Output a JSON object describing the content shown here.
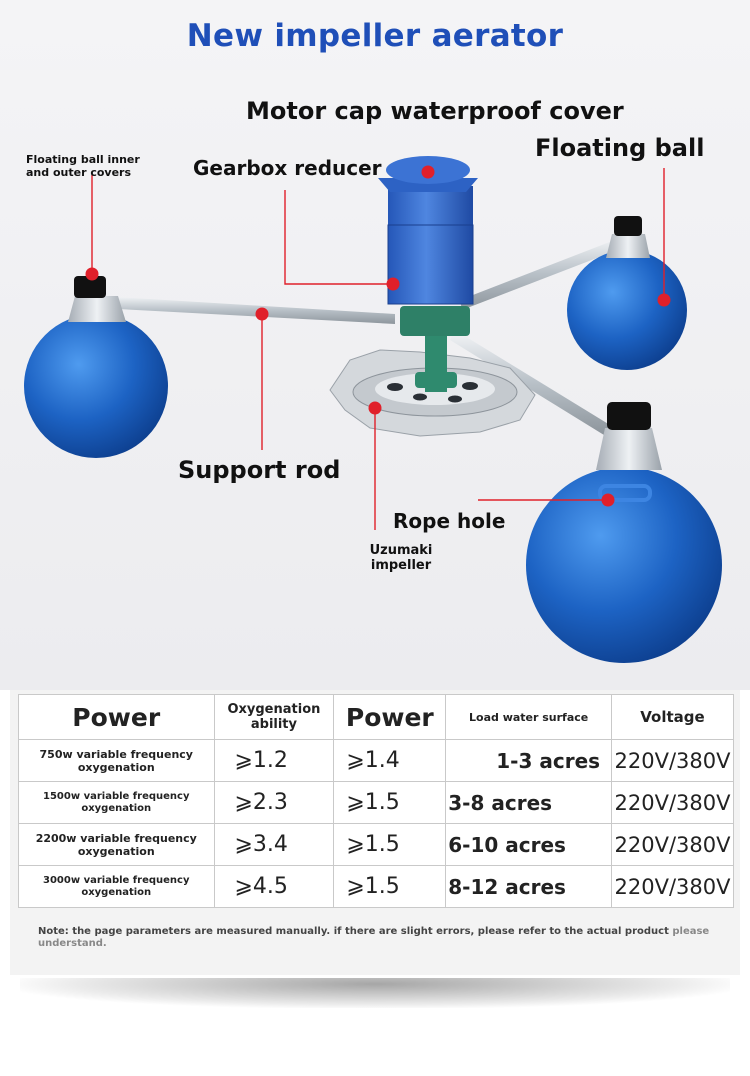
{
  "title": "New impeller aerator",
  "labels": {
    "motor_cap": "Motor cap waterproof cover",
    "gearbox": "Gearbox reducer",
    "floating_ball": "Floating ball",
    "ball_covers": "Floating ball inner and outer covers",
    "support_rod": "Support rod",
    "rope_hole": "Rope hole",
    "impeller": "Uzumaki impeller"
  },
  "colors": {
    "title": "#1f4fb8",
    "ball_blue": "#1d63c4",
    "marker_red": "#e0202a"
  },
  "table": {
    "headers": [
      "Power",
      "Oxygenation ability",
      "Power",
      "Load water surface",
      "Voltage"
    ],
    "rows": [
      {
        "model": "750w variable frequency oxygenation",
        "oxy": "⩾1.2",
        "power": "⩾1.4",
        "area": "1-3 acres",
        "voltage": "220V/380V"
      },
      {
        "model": "1500w variable frequency oxygenation",
        "oxy": "⩾2.3",
        "power": "⩾1.5",
        "area": "3-8 acres",
        "voltage": "220V/380V"
      },
      {
        "model": "2200w variable frequency oxygenation",
        "oxy": "⩾3.4",
        "power": "⩾1.5",
        "area": "6-10 acres",
        "voltage": "220V/380V"
      },
      {
        "model": "3000w variable frequency oxygenation",
        "oxy": "⩾4.5",
        "power": "⩾1.5",
        "area": "8-12 acres",
        "voltage": "220V/380V"
      }
    ],
    "note": "Note: the page parameters are measured manually. if there are slight errors, please refer to the actual product",
    "note_tail": "please understand."
  }
}
